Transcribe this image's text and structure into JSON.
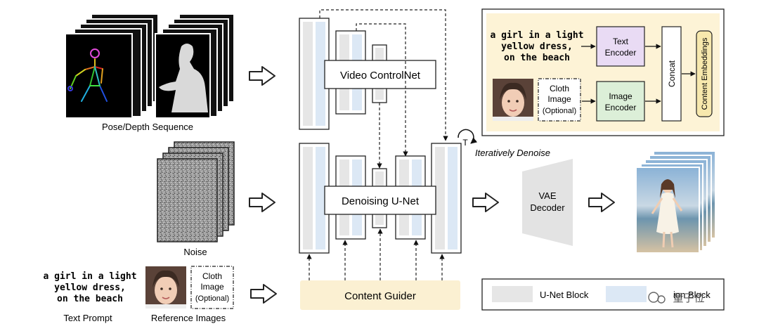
{
  "inputs": {
    "pose_depth_label": "Pose/Depth Sequence",
    "noise_label": "Noise",
    "text_prompt_lines": [
      "a girl in a light",
      "yellow dress,",
      "on the beach"
    ],
    "text_prompt_label": "Text Prompt",
    "reference_images_label": "Reference Images",
    "cloth_image_lines": [
      "Cloth",
      "Image",
      "(Optional)"
    ]
  },
  "modules": {
    "video_controlnet": "Video ControlNet",
    "denoising_unet": "Denoising U-Net",
    "content_guider": "Content Guider",
    "vae_decoder_lines": [
      "VAE",
      "Decoder"
    ],
    "iterative_label": "Iteratively Denoise",
    "timestep_symbol": "T"
  },
  "guider_panel": {
    "prompt_lines": [
      "a girl in a light",
      "yellow dress,",
      "on the beach"
    ],
    "cloth_lines": [
      "Cloth",
      "Image",
      "(Optional)"
    ],
    "text_encoder_lines": [
      "Text",
      "Encoder"
    ],
    "image_encoder_lines": [
      "Image",
      "Encoder"
    ],
    "concat": "Concat",
    "content_embeddings": "Content Embeddings"
  },
  "legend": {
    "unet_block": "U-Net Block",
    "second_item_partial": "ion Block",
    "watermark": "量子位"
  },
  "colors": {
    "unet_block": "#e6e6e6",
    "attention_block": "#dce8f5",
    "content_guider": "#fbf0d2",
    "panel_bg": "#fdf3d6",
    "text_encoder": "#e9dbf4",
    "image_encoder": "#dcefd8",
    "vae": "#e3e3e3",
    "embeddings": "#f7e8ad"
  }
}
